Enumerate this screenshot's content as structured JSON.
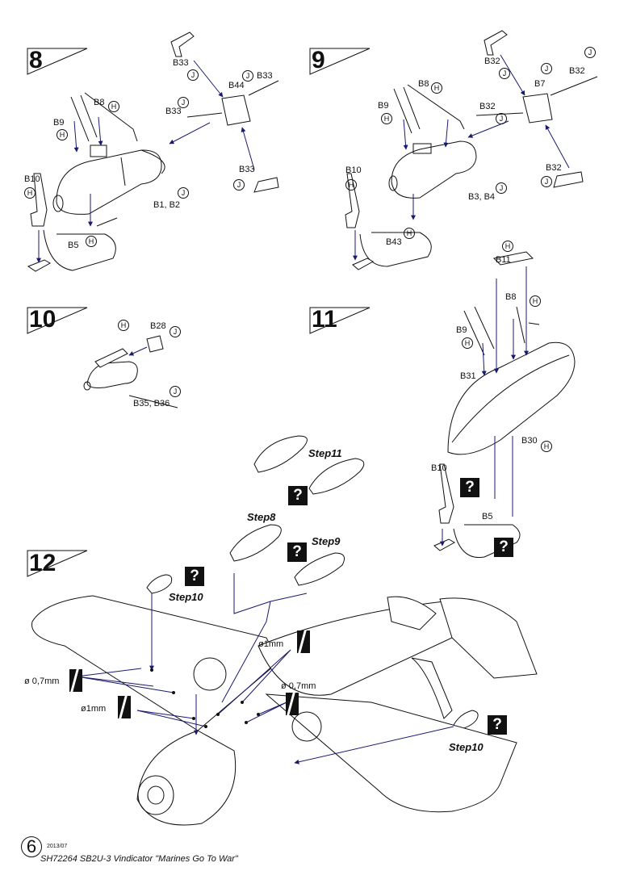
{
  "steps": {
    "s8": "8",
    "s9": "9",
    "s10": "10",
    "s11": "11",
    "s12": "12"
  },
  "labels": {
    "s8": {
      "b33a": "B33",
      "b44": "B44",
      "b33b": "B33",
      "b33c": "B33",
      "b33d": "B33",
      "b8": "B8",
      "b9": "B9",
      "b10": "B10",
      "b1b2": "B1, B2",
      "b5": "B5"
    },
    "s9": {
      "b32a": "B32",
      "b7": "B7",
      "b32b": "B32",
      "b32c": "B32",
      "b32d": "B32",
      "b8": "B8",
      "b9": "B9",
      "b10": "B10",
      "b3b4": "B3, B4",
      "b43": "B43"
    },
    "s10": {
      "b28": "B28",
      "b35b36": "B35, B36"
    },
    "s11": {
      "b11": "B11",
      "b8": "B8",
      "b9": "B9",
      "b31": "B31",
      "b30": "B30",
      "b10": "B10",
      "b5": "B5"
    }
  },
  "steprefs": {
    "step11": "Step11",
    "step8": "Step8",
    "step9": "Step9",
    "step10a": "Step10",
    "step10b": "Step10"
  },
  "drills": {
    "d1mm_a": "ø1mm",
    "d07_a": "ø 0,7mm",
    "d07_b": "ø 0,7mm",
    "d1mm_b": "ø1mm"
  },
  "glyphs": {
    "question": "?",
    "h": "H",
    "j": "J"
  },
  "footer": {
    "page": "6",
    "date": "2013/07",
    "title": "SH72264 SB2U-3 Vindicator \"Marines Go To War\""
  }
}
